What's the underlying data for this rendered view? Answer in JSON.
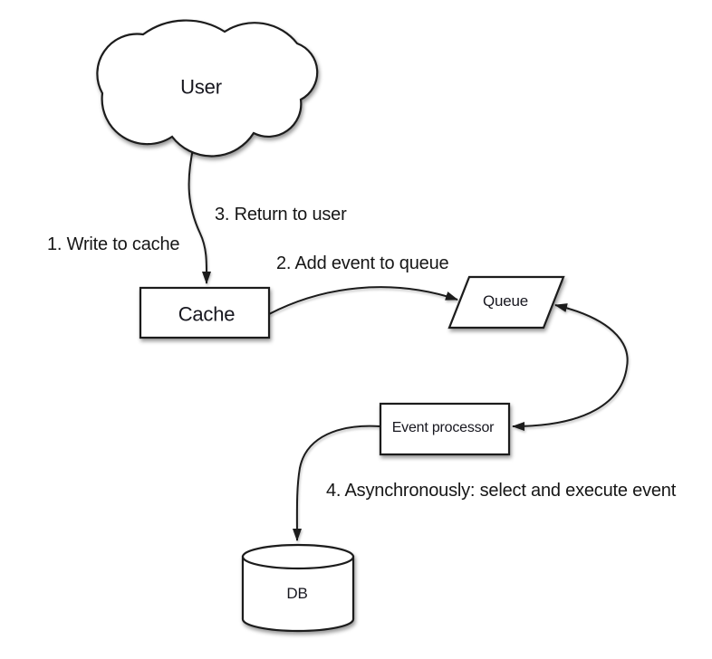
{
  "diagram": {
    "nodes": {
      "user": {
        "label": "User",
        "shape": "cloud"
      },
      "cache": {
        "label": "Cache",
        "shape": "rectangle"
      },
      "queue": {
        "label": "Queue",
        "shape": "parallelogram"
      },
      "event_processor": {
        "label": "Event processor",
        "shape": "rectangle"
      },
      "db": {
        "label": "DB",
        "shape": "cylinder"
      }
    },
    "annotations": {
      "step1": "1. Write to cache",
      "step2": "2. Add event to queue",
      "step3": "3. Return to user",
      "step4": "4. Asynchronously: select and execute event"
    },
    "edges": [
      {
        "from": "user",
        "to": "cache",
        "arrowheads": "end",
        "labels": [
          "step1",
          "step3"
        ]
      },
      {
        "from": "cache",
        "to": "queue",
        "arrowheads": "end",
        "labels": [
          "step2"
        ]
      },
      {
        "from": "queue",
        "to": "event_processor",
        "arrowheads": "both",
        "labels": []
      },
      {
        "from": "event_processor",
        "to": "db",
        "arrowheads": "end",
        "labels": [
          "step4"
        ]
      }
    ],
    "colors": {
      "background": "#ffffff",
      "shape_fill": "#ffffff",
      "stroke": "#1a1a1a",
      "text": "#17171f"
    }
  }
}
